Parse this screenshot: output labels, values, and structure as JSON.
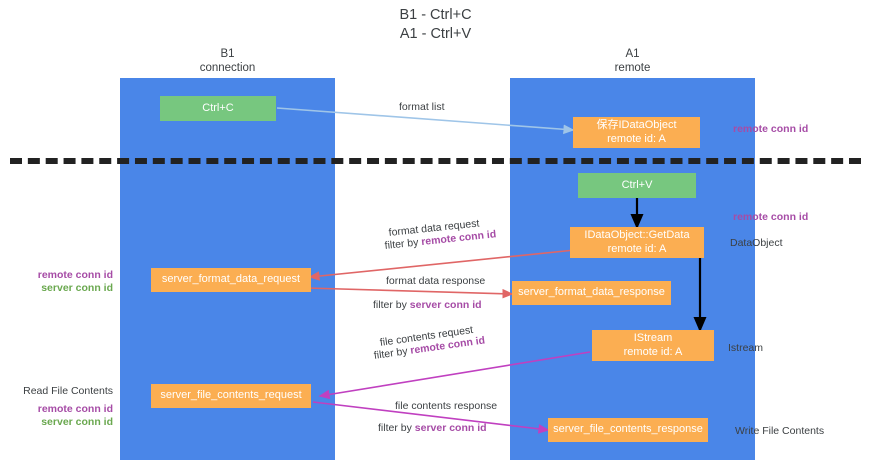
{
  "title": "B1 - Ctrl+C\nA1 - Ctrl+V",
  "lanes": [
    {
      "id": "b1",
      "header": "B1\nconnection",
      "color": "#4a86e8"
    },
    {
      "id": "a1",
      "header": "A1\nremote",
      "color": "#4a86e8"
    }
  ],
  "colors": {
    "lane": "#4a86e8",
    "green_box": "#77c77f",
    "orange_box": "#fbae52",
    "remote_conn_id": "#a64ca6",
    "server_conn_id": "#6aa84f",
    "arrow_blue": "#9fc5e8",
    "arrow_black": "#000000",
    "arrow_red": "#e06666",
    "arrow_magenta": "#c040c0",
    "divider": "#222222",
    "text": "#3c4043"
  },
  "boxes": {
    "ctrl_c": "Ctrl+C",
    "ctrl_v": "Ctrl+V",
    "save_idataobject": "保存IDataObject\nremote id: A",
    "idataobject_getdata": "IDataObject::GetData\nremote id: A",
    "istream": "IStream\nremote id: A",
    "server_format_data_request": "server_format_data_request",
    "server_format_data_response": "server_format_data_response",
    "server_file_contents_request": "server_file_contents_request",
    "server_file_contents_response": "server_file_contents_response"
  },
  "arrow_labels": {
    "format_list": "format list",
    "format_data_request": "format data request",
    "format_data_request_filter_prefix": "filter by ",
    "format_data_request_filter_key": "remote conn id",
    "format_data_response": "format data response",
    "format_data_response_filter_prefix": "filter by ",
    "format_data_response_filter_key": "server conn id",
    "file_contents_request": "file contents request",
    "file_contents_request_filter_prefix": "filter by ",
    "file_contents_request_filter_key": "remote conn id",
    "file_contents_response": "file contents response",
    "file_contents_response_filter_prefix": "filter by ",
    "file_contents_response_filter_key": "server conn id"
  },
  "side_labels": {
    "right_remote_conn_id_top": "remote conn id",
    "right_remote_conn_id_mid": "remote conn id",
    "right_dataobject": "DataObject",
    "right_istream": "Istream",
    "right_write_file_contents": "Write File Contents",
    "left_remote_conn_id": "remote conn id",
    "left_server_conn_id": "server conn id",
    "left_read_file_contents": "Read File Contents",
    "left_remote_conn_id_2": "remote conn id",
    "left_server_conn_id_2": "server conn id"
  }
}
